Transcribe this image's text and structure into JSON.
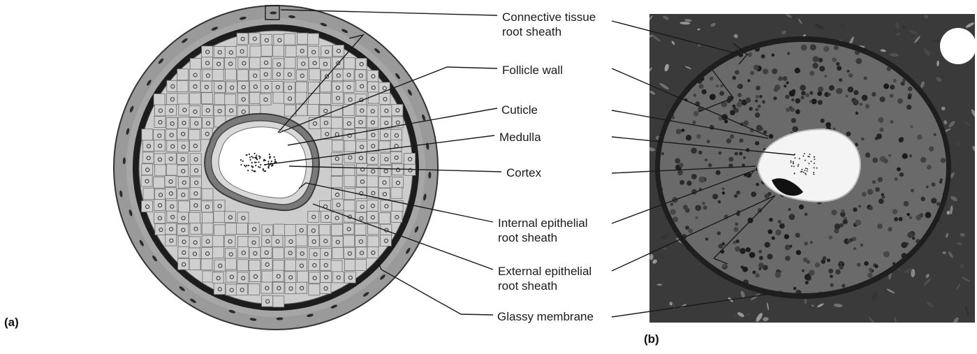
{
  "panels": {
    "a": "(a)",
    "b": "(b)"
  },
  "labels": {
    "connective_tissue_root_sheath": [
      "Connective tissue",
      "root sheath"
    ],
    "follicle_wall": "Follicle wall",
    "cuticle": "Cuticle",
    "medulla": "Medulla",
    "cortex": "Cortex",
    "internal_epithelial_root_sheath": [
      "Internal epithelial",
      "root sheath"
    ],
    "external_epithelial_root_sheath": [
      "External epithelial",
      "root sheath"
    ],
    "glassy_membrane": "Glassy membrane"
  },
  "colors": {
    "ink": "#1a1a1a",
    "outer_sheath": "#8f8f8f",
    "glassy_band": "#1c1c1c",
    "epithelium": "#c9c9c9",
    "cell_outline": "#6e6e6e",
    "cuticle_ring": "#5e5e5e",
    "hair_interior": "#ffffff",
    "micrograph_background": "#2b2b2b",
    "micrograph_tissue": "#555555"
  }
}
